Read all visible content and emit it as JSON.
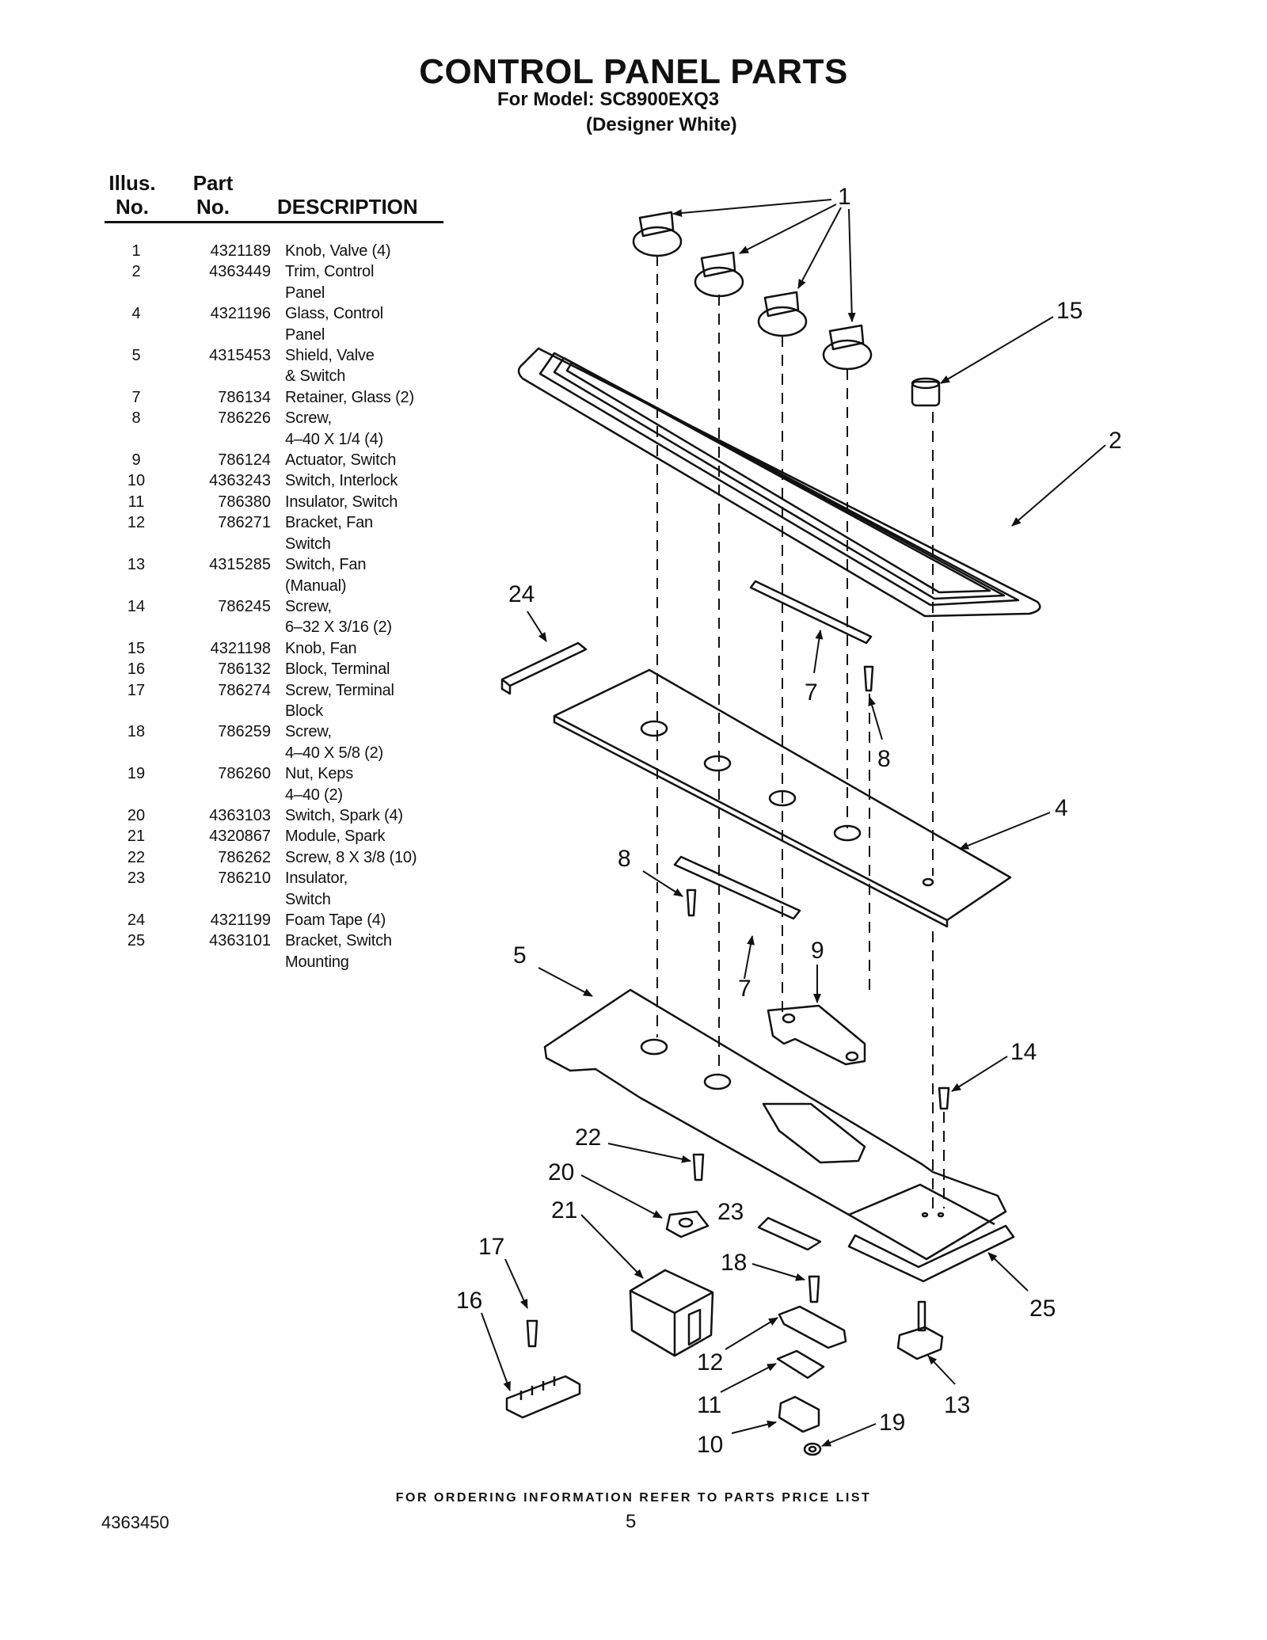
{
  "header": {
    "title": "CONTROL PANEL PARTS",
    "model_line": "For Model: SC8900EXQ3",
    "color_line": "(Designer White)"
  },
  "table": {
    "col_illus": "Illus.\nNo.",
    "col_part": "Part\nNo.",
    "col_desc": "DESCRIPTION",
    "rows": [
      {
        "illus": "1",
        "part": "4321189",
        "desc": "Knob, Valve (4)"
      },
      {
        "illus": "2",
        "part": "4363449",
        "desc": "Trim, Control\nPanel"
      },
      {
        "illus": "4",
        "part": "4321196",
        "desc": "Glass, Control\nPanel"
      },
      {
        "illus": "5",
        "part": "4315453",
        "desc": "Shield, Valve\n& Switch"
      },
      {
        "illus": "7",
        "part": "786134",
        "desc": "Retainer, Glass (2)"
      },
      {
        "illus": "8",
        "part": "786226",
        "desc": "Screw,\n4–40 X 1/4 (4)"
      },
      {
        "illus": "9",
        "part": "786124",
        "desc": "Actuator, Switch"
      },
      {
        "illus": "10",
        "part": "4363243",
        "desc": "Switch, Interlock"
      },
      {
        "illus": "11",
        "part": "786380",
        "desc": "Insulator, Switch"
      },
      {
        "illus": "12",
        "part": "786271",
        "desc": "Bracket, Fan\nSwitch"
      },
      {
        "illus": "13",
        "part": "4315285",
        "desc": "Switch, Fan\n(Manual)"
      },
      {
        "illus": "14",
        "part": "786245",
        "desc": "Screw,\n6–32 X 3/16 (2)"
      },
      {
        "illus": "15",
        "part": "4321198",
        "desc": "Knob, Fan"
      },
      {
        "illus": "16",
        "part": "786132",
        "desc": "Block, Terminal"
      },
      {
        "illus": "17",
        "part": "786274",
        "desc": "Screw, Terminal\nBlock"
      },
      {
        "illus": "18",
        "part": "786259",
        "desc": "Screw,\n4–40 X 5/8 (2)"
      },
      {
        "illus": "19",
        "part": "786260",
        "desc": "Nut, Keps\n4–40 (2)"
      },
      {
        "illus": "20",
        "part": "4363103",
        "desc": "Switch, Spark (4)"
      },
      {
        "illus": "21",
        "part": "4320867",
        "desc": "Module, Spark"
      },
      {
        "illus": "22",
        "part": "786262",
        "desc": "Screw, 8 X 3/8 (10)"
      },
      {
        "illus": "23",
        "part": "786210",
        "desc": "Insulator,\nSwitch"
      },
      {
        "illus": "24",
        "part": "4321199",
        "desc": "Foam Tape (4)"
      },
      {
        "illus": "25",
        "part": "4363101",
        "desc": "Bracket, Switch\nMounting"
      }
    ]
  },
  "diagram": {
    "callouts": {
      "c1": "1",
      "c15": "15",
      "c2": "2",
      "c24": "24",
      "c7a": "7",
      "c8a": "8",
      "c4": "4",
      "c8b": "8",
      "c7b": "7",
      "c9": "9",
      "c5": "5",
      "c14": "14",
      "c22": "22",
      "c20": "20",
      "c21": "21",
      "c23": "23",
      "c17": "17",
      "c18": "18",
      "c16": "16",
      "c25": "25",
      "c12": "12",
      "c11": "11",
      "c13": "13",
      "c10": "10",
      "c19": "19"
    }
  },
  "footer": {
    "note": "FOR ORDERING INFORMATION REFER TO PARTS PRICE LIST",
    "doc_number": "4363450",
    "page_number": "5"
  }
}
